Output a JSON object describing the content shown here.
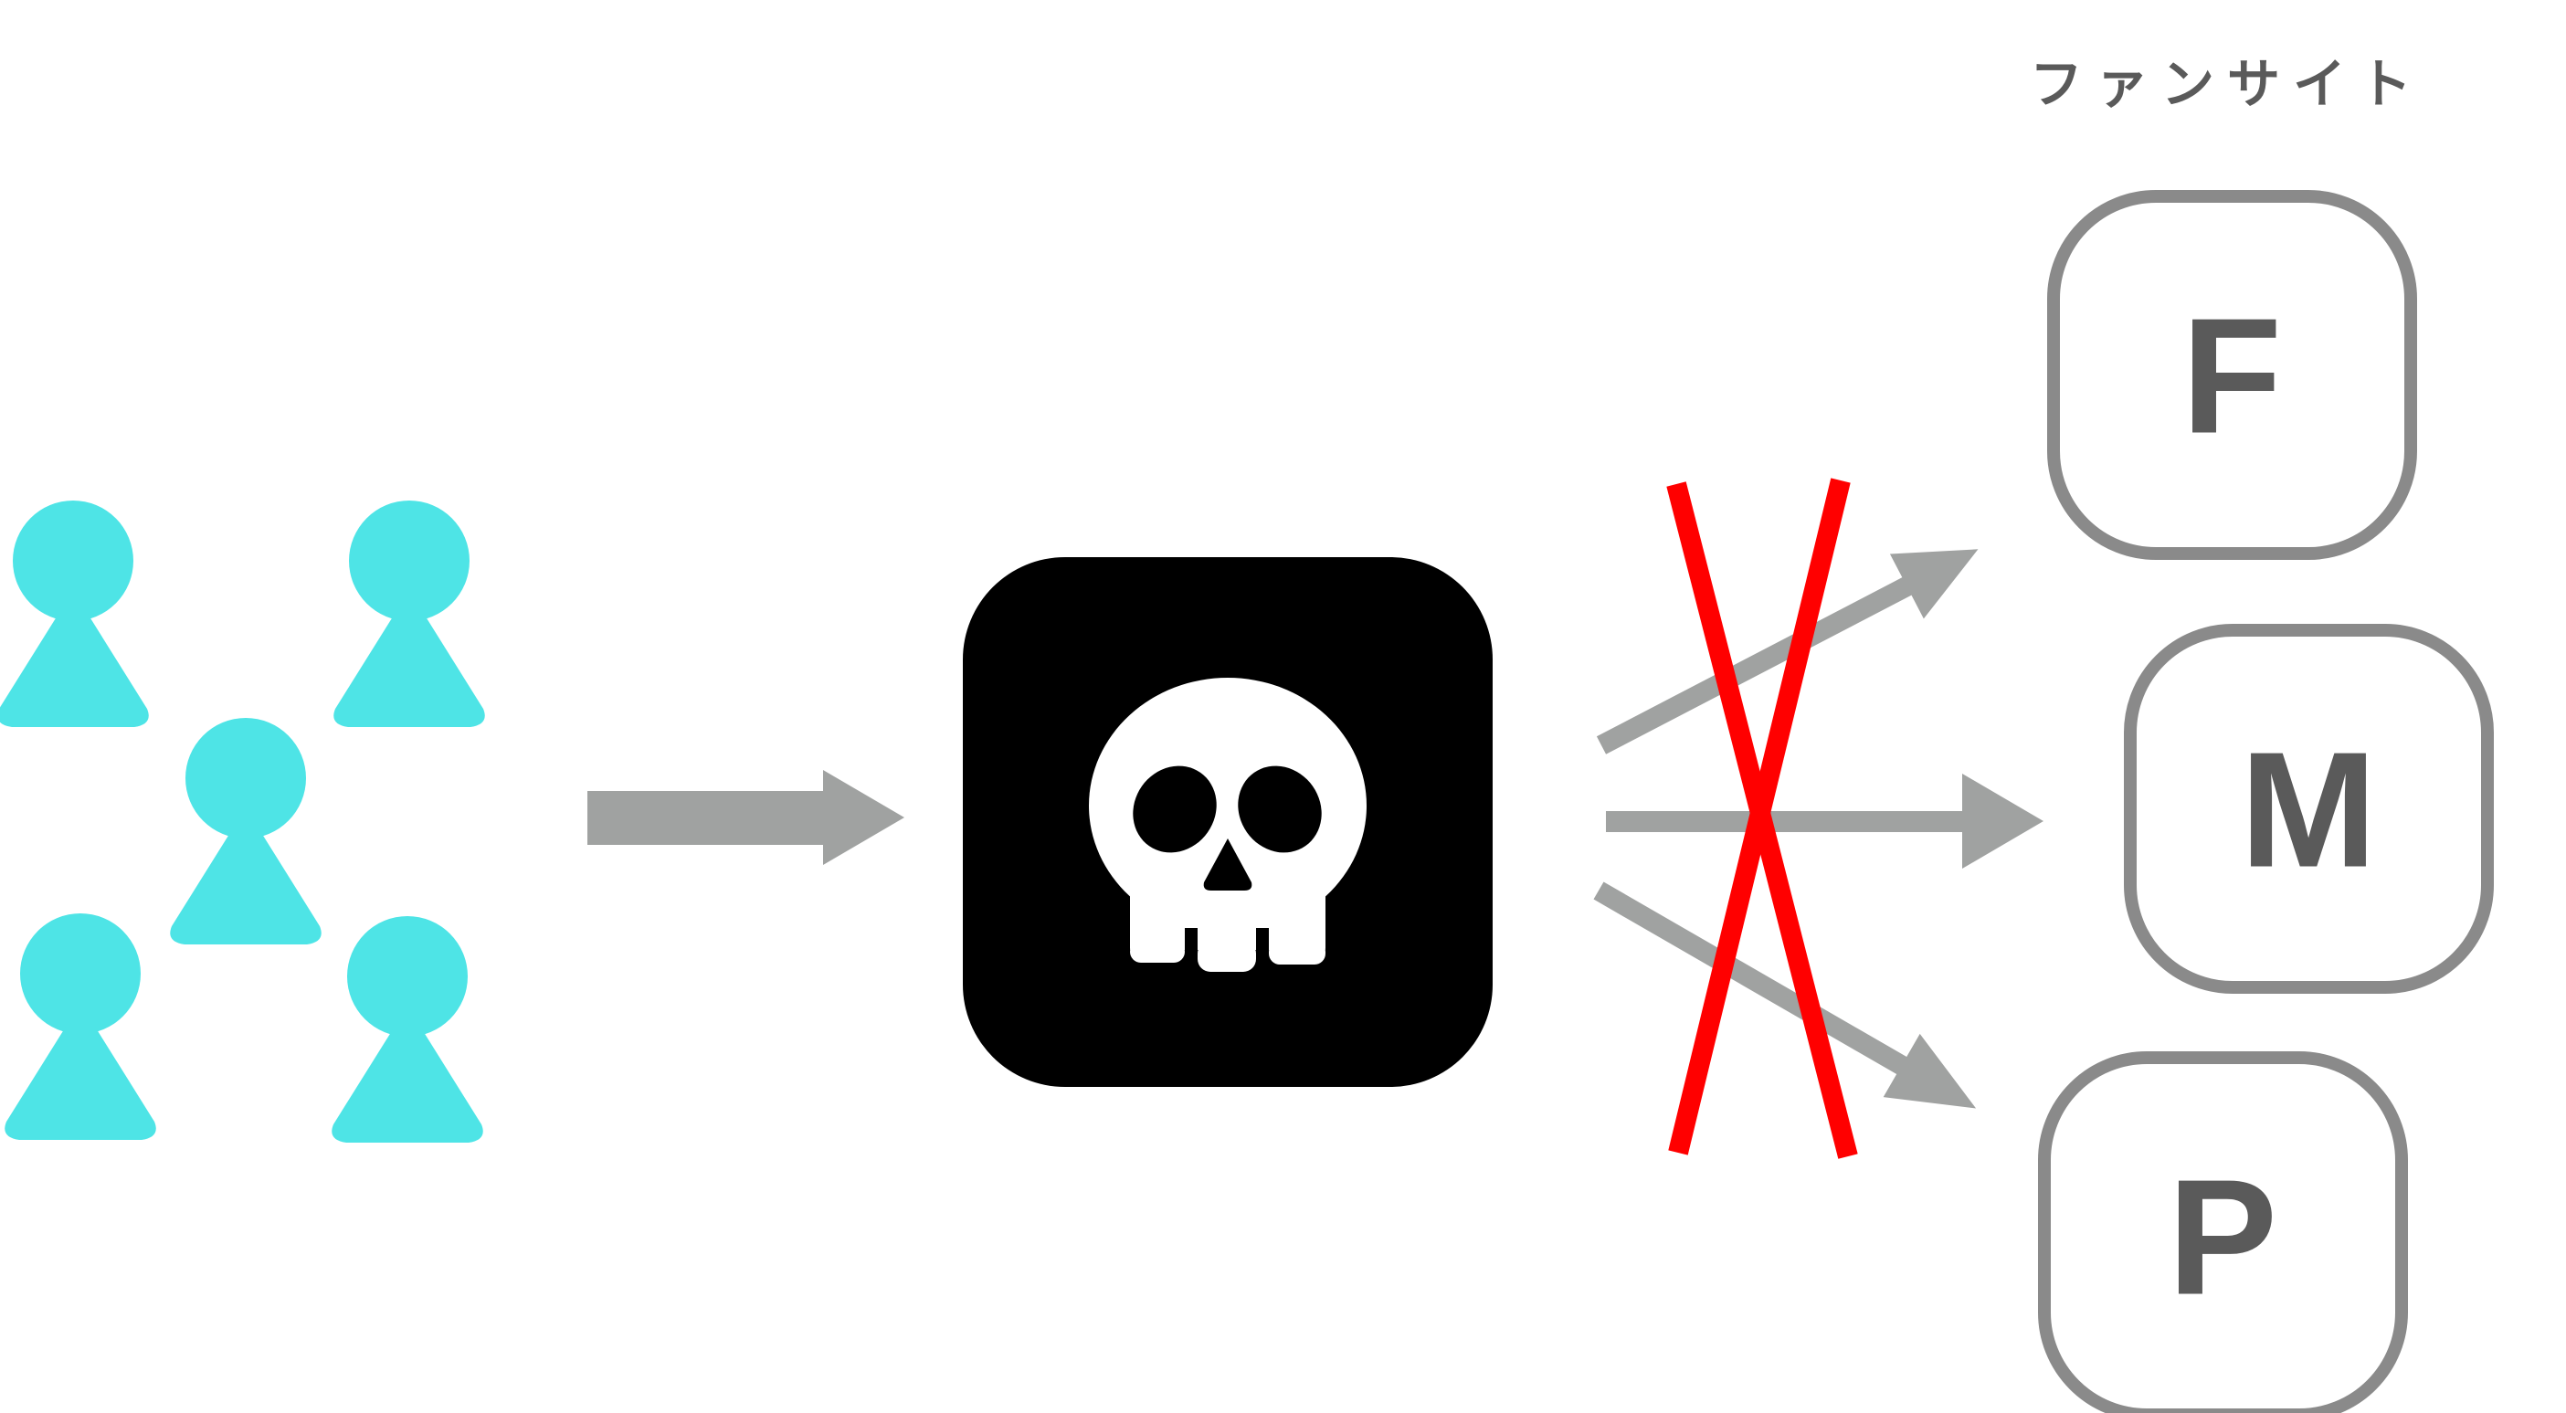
{
  "heading": "ファンサイト",
  "sites": [
    {
      "letter": "F"
    },
    {
      "letter": "M"
    },
    {
      "letter": "P"
    }
  ],
  "colors": {
    "person": "#4ee4e6",
    "arrow": "#a0a2a1",
    "blocker_box": "#000000",
    "skull": "#ffffff",
    "cross": "#ff0000",
    "site_border": "#8a8a8a",
    "site_letter": "#5a5a5a",
    "heading": "#5a5a5a"
  },
  "icons": {
    "people": "person-icon",
    "blocker": "skull-icon",
    "block_mark": "x-cross-icon"
  }
}
